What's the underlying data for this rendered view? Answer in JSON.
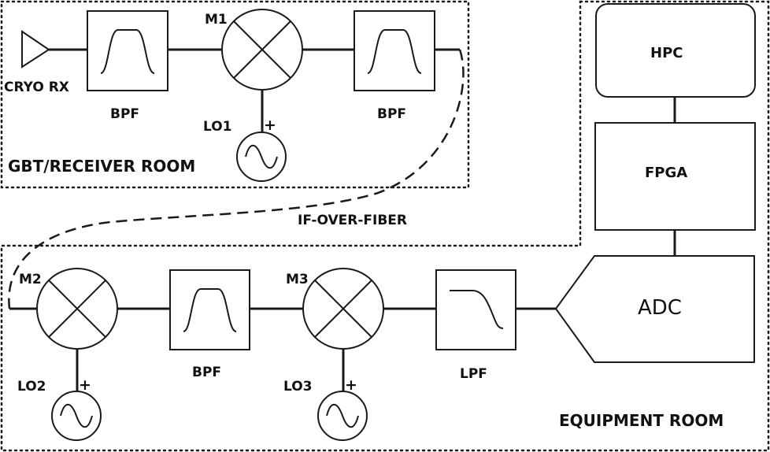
{
  "rooms": {
    "gbt_receiver": "GBT/RECEIVER ROOM",
    "equipment": "EQUIPMENT ROOM"
  },
  "link": {
    "if_over_fiber": "IF-OVER-FIBER"
  },
  "antenna": {
    "label": "CRYO RX"
  },
  "filters": {
    "bpf1": "BPF",
    "bpf2": "BPF",
    "bpf3": "BPF",
    "lpf": "LPF"
  },
  "mixers": {
    "m1": "M1",
    "m2": "M2",
    "m3": "M3"
  },
  "oscillators": {
    "lo1": "LO1",
    "lo2": "LO2",
    "lo3": "LO3",
    "plus": "+"
  },
  "blocks": {
    "hpc": "HPC",
    "fpga": "FPGA",
    "adc": "ADC"
  }
}
